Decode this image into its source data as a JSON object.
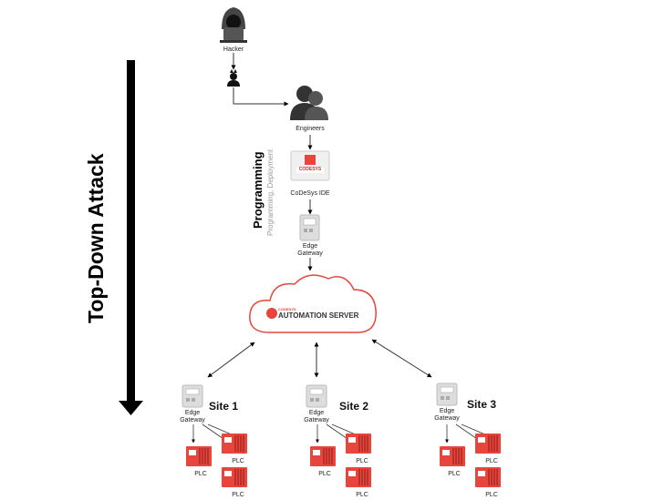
{
  "title": "Top-Down Attack",
  "attacker": {
    "label": "Hacker"
  },
  "engineers": {
    "label": "Engineers"
  },
  "programming": {
    "title": "Programming",
    "subtitle": "Programming, Deployment"
  },
  "ide": {
    "label": "CoDeSys IDE",
    "logo_text": "CODESYS"
  },
  "top_gateway": {
    "label_line1": "Edge",
    "label_line2": "Gateway"
  },
  "cloud": {
    "brand_small": "CODESYS",
    "brand": "AUTOMATION SERVER"
  },
  "sites": [
    {
      "name": "Site 1",
      "gateway_line1": "Edge",
      "gateway_line2": "Gateway",
      "plcs": [
        "PLC",
        "PLC",
        "PLC"
      ]
    },
    {
      "name": "Site 2",
      "gateway_line1": "Edge",
      "gateway_line2": "Gateway",
      "plcs": [
        "PLC",
        "PLC",
        "PLC"
      ]
    },
    {
      "name": "Site 3",
      "gateway_line1": "Edge",
      "gateway_line2": "Gateway",
      "plcs": [
        "PLC",
        "PLC",
        "PLC"
      ]
    }
  ],
  "colors": {
    "plc_red": "#e8453c",
    "arrow_black": "#000000",
    "gray_device": "#d9d9d9"
  }
}
